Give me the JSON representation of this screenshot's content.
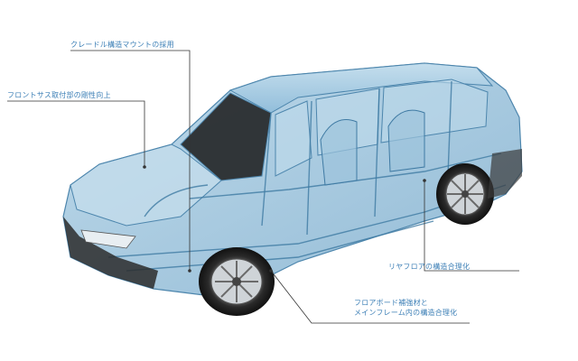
{
  "annotations": {
    "cradle_mount": "クレードル構造マウントの採用",
    "front_suspension": "フロントサス取付部の剛性向上",
    "rear_floor": "リヤフロアの構造合理化",
    "floor_board_line1": "フロアボード補強材と",
    "floor_board_line2": "メインフレーム内の構造合理化"
  },
  "colors": {
    "label_text": "#3c7fb6",
    "leader_line": "#333333",
    "body_frame": "#7fb3d5"
  }
}
